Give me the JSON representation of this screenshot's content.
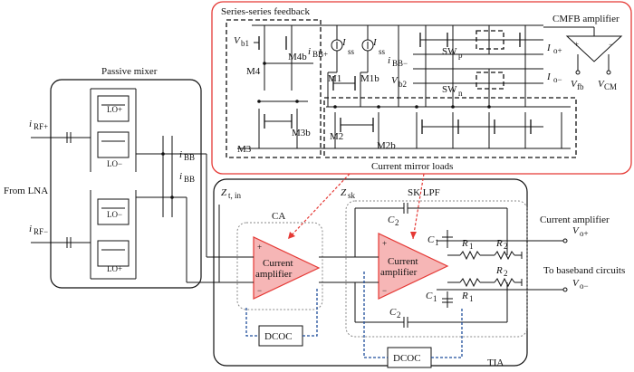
{
  "labels": {
    "series_feedback": "Series-series feedback",
    "cmfb_amplifier": "CMFB amplifier",
    "current_mirror_loads": "Current mirror loads",
    "passive_mixer": "Passive mixer",
    "from_lna": "From LNA",
    "sk_lpf": "SK LPF",
    "ca": "CA",
    "current_amplifier_note": "Current amplifier",
    "to_baseband": "To baseband circuits",
    "tia": "TIA",
    "dcoc_1": "DCOC",
    "dcoc_2": "DCOC",
    "amp1_line1": "Current",
    "amp1_line2": "amplifier",
    "amp2_line1": "Current",
    "amp2_line2": "amplifier"
  },
  "transistors": {
    "m4": "M4",
    "m4b": "M4b",
    "m3": "M3",
    "m3b": "M3b",
    "m1": "M1",
    "m1b": "M1b",
    "m2": "M2",
    "m2b": "M2b"
  },
  "signals": {
    "vb1": "V",
    "vb1_sub": "b1",
    "vb2": "V",
    "vb2_sub": "b2",
    "ibb_plus_top": "i",
    "ibb_plus_top_sub": "BB+",
    "ibb_minus_top": "i",
    "ibb_minus_top_sub": "BB−",
    "iss_1": "I",
    "iss_1_sub": "ss",
    "iss_2": "I",
    "iss_2_sub": "ss",
    "swp": "SW",
    "swp_sub": "p",
    "swn": "SW",
    "swn_sub": "n",
    "io_plus": "I",
    "io_plus_sub": "o+",
    "io_minus": "I",
    "io_minus_sub": "o−",
    "vfb": "V",
    "vfb_sub": "fb",
    "vcm": "V",
    "vcm_sub": "CM",
    "irf_plus": "i",
    "irf_plus_sub": "RF+",
    "irf_minus": "i",
    "irf_minus_sub": "RF−",
    "ibb_plus": "i",
    "ibb_plus_sub": "BB",
    "ibb_minus": "i",
    "ibb_minus_sub": "BB",
    "zt_in": "Z",
    "zt_in_sub": "t, in",
    "zsk": "Z",
    "zsk_sub": "sk",
    "vo_plus": "V",
    "vo_plus_sub": "o+",
    "vo_minus": "V",
    "vo_minus_sub": "o−"
  },
  "lo_labels": [
    "LO+",
    "LO−",
    "LO−",
    "LO+"
  ],
  "components": {
    "c2_top": "C",
    "c2_top_sub": "2",
    "c1_top": "C",
    "c1_top_sub": "1",
    "r1_top": "R",
    "r1_top_sub": "1",
    "r2_top": "R",
    "r2_top_sub": "2",
    "r2_bot": "R",
    "r2_bot_sub": "2",
    "c1_bot": "C",
    "c1_bot_sub": "1",
    "r1_bot": "R",
    "r1_bot_sub": "1",
    "c2_bot": "C",
    "c2_bot_sub": "2"
  },
  "colors": {
    "accent": "#e53935",
    "amp_fill": "#f6b6b6",
    "dcoc_path": "#1f4e9c"
  }
}
